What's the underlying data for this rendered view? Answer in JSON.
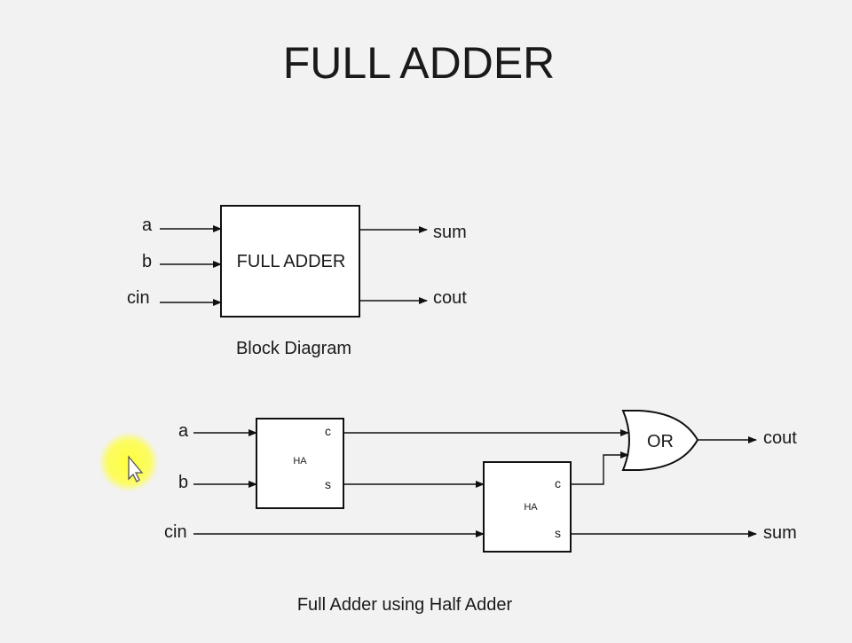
{
  "title": "FULL ADDER",
  "block_diagram": {
    "inputs": [
      "a",
      "b",
      "cin"
    ],
    "box_label": "FULL ADDER",
    "outputs": [
      "sum",
      "cout"
    ],
    "caption": "Block Diagram"
  },
  "ha_diagram": {
    "inputs": {
      "a": "a",
      "b": "b",
      "cin": "cin"
    },
    "ha1": {
      "label": "HA",
      "c": "c",
      "s": "s"
    },
    "ha2": {
      "label": "HA",
      "c": "c",
      "s": "s"
    },
    "or_gate": "OR",
    "outputs": {
      "cout": "cout",
      "sum": "sum"
    },
    "caption": "Full Adder using Half Adder"
  },
  "colors": {
    "background": "#f2f2f2",
    "cursor_highlight": "#ffff33"
  }
}
